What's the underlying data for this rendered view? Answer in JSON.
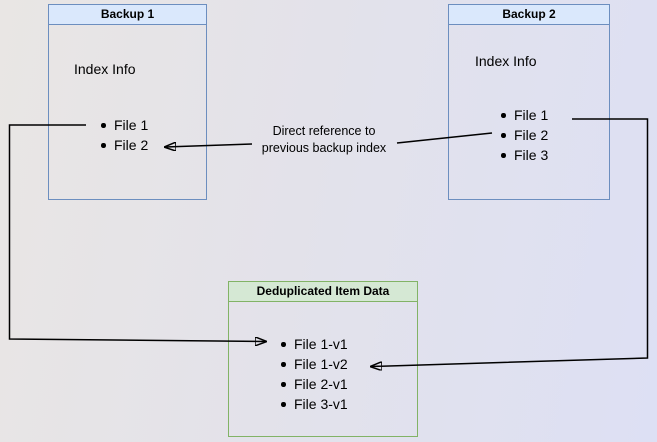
{
  "colors": {
    "blue-fill": "#dae8fc",
    "blue-border": "#6c8ebf",
    "green-fill": "#d5e8d4",
    "green-border": "#82b366",
    "arrow": "#000000"
  },
  "boxes": {
    "backup1": {
      "title": "Backup 1",
      "subtitle": "Index Info",
      "files": [
        "File 1",
        "File 2"
      ]
    },
    "backup2": {
      "title": "Backup 2",
      "subtitle": "Index Info",
      "files": [
        "File 1",
        "File 2",
        "File 3"
      ]
    },
    "dedup": {
      "title": "Deduplicated Item Data",
      "files": [
        "File 1-v1",
        "File 1-v2",
        "File 2-v1",
        "File 3-v1"
      ]
    }
  },
  "annotation": {
    "lines": [
      "Direct reference to",
      "previous backup index"
    ]
  }
}
